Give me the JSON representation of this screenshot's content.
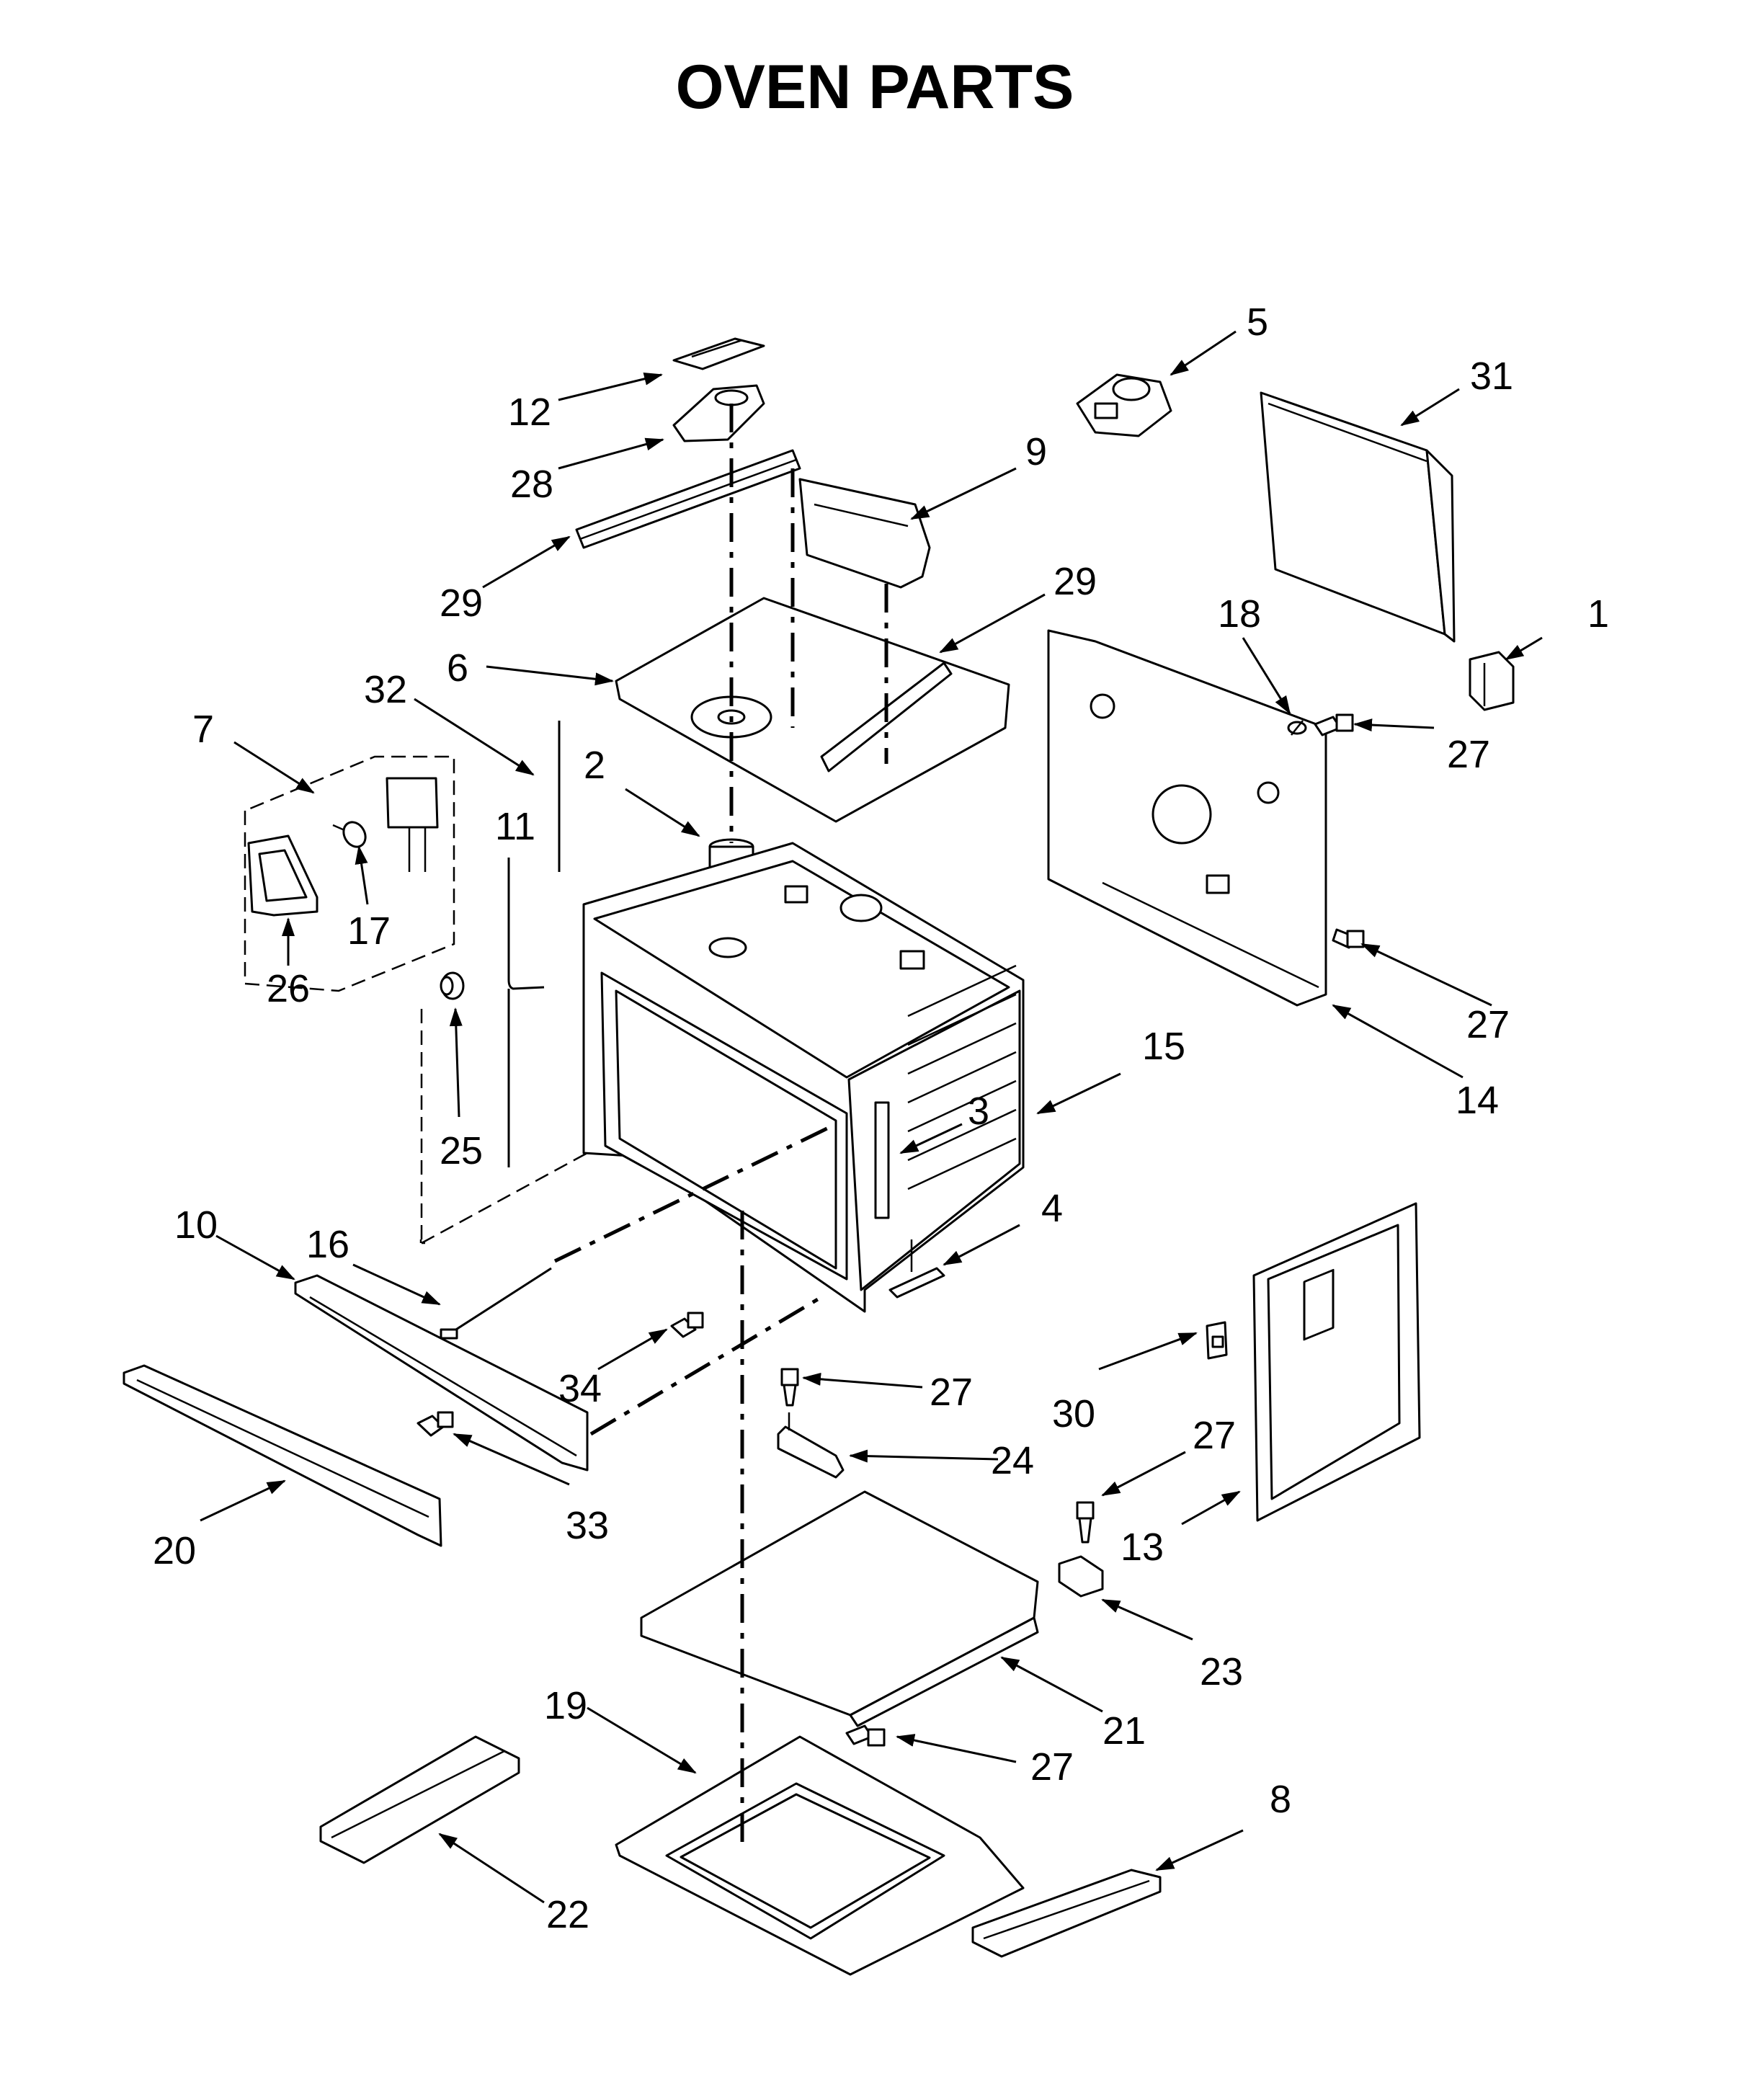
{
  "title": "OVEN PARTS",
  "callouts": [
    {
      "id": "c5",
      "text": "5"
    },
    {
      "id": "c31",
      "text": "31"
    },
    {
      "id": "c12",
      "text": "12"
    },
    {
      "id": "c28",
      "text": "28"
    },
    {
      "id": "c9",
      "text": "9"
    },
    {
      "id": "c29a",
      "text": "29"
    },
    {
      "id": "c29b",
      "text": "29"
    },
    {
      "id": "c6",
      "text": "6"
    },
    {
      "id": "c18",
      "text": "18"
    },
    {
      "id": "c1",
      "text": "1"
    },
    {
      "id": "c27a",
      "text": "27"
    },
    {
      "id": "c7",
      "text": "7"
    },
    {
      "id": "c32",
      "text": "32"
    },
    {
      "id": "c2",
      "text": "2"
    },
    {
      "id": "c11",
      "text": "11"
    },
    {
      "id": "c17",
      "text": "17"
    },
    {
      "id": "c26",
      "text": "26"
    },
    {
      "id": "c27b",
      "text": "27"
    },
    {
      "id": "c15",
      "text": "15"
    },
    {
      "id": "c14",
      "text": "14"
    },
    {
      "id": "c3",
      "text": "3"
    },
    {
      "id": "c25",
      "text": "25"
    },
    {
      "id": "c4",
      "text": "4"
    },
    {
      "id": "c10",
      "text": "10"
    },
    {
      "id": "c16",
      "text": "16"
    },
    {
      "id": "c34",
      "text": "34"
    },
    {
      "id": "c27c",
      "text": "27"
    },
    {
      "id": "c30",
      "text": "30"
    },
    {
      "id": "c24",
      "text": "24"
    },
    {
      "id": "c27d",
      "text": "27"
    },
    {
      "id": "c13",
      "text": "13"
    },
    {
      "id": "c33",
      "text": "33"
    },
    {
      "id": "c20",
      "text": "20"
    },
    {
      "id": "c23",
      "text": "23"
    },
    {
      "id": "c19",
      "text": "19"
    },
    {
      "id": "c21",
      "text": "21"
    },
    {
      "id": "c27e",
      "text": "27"
    },
    {
      "id": "c8",
      "text": "8"
    },
    {
      "id": "c22",
      "text": "22"
    }
  ]
}
